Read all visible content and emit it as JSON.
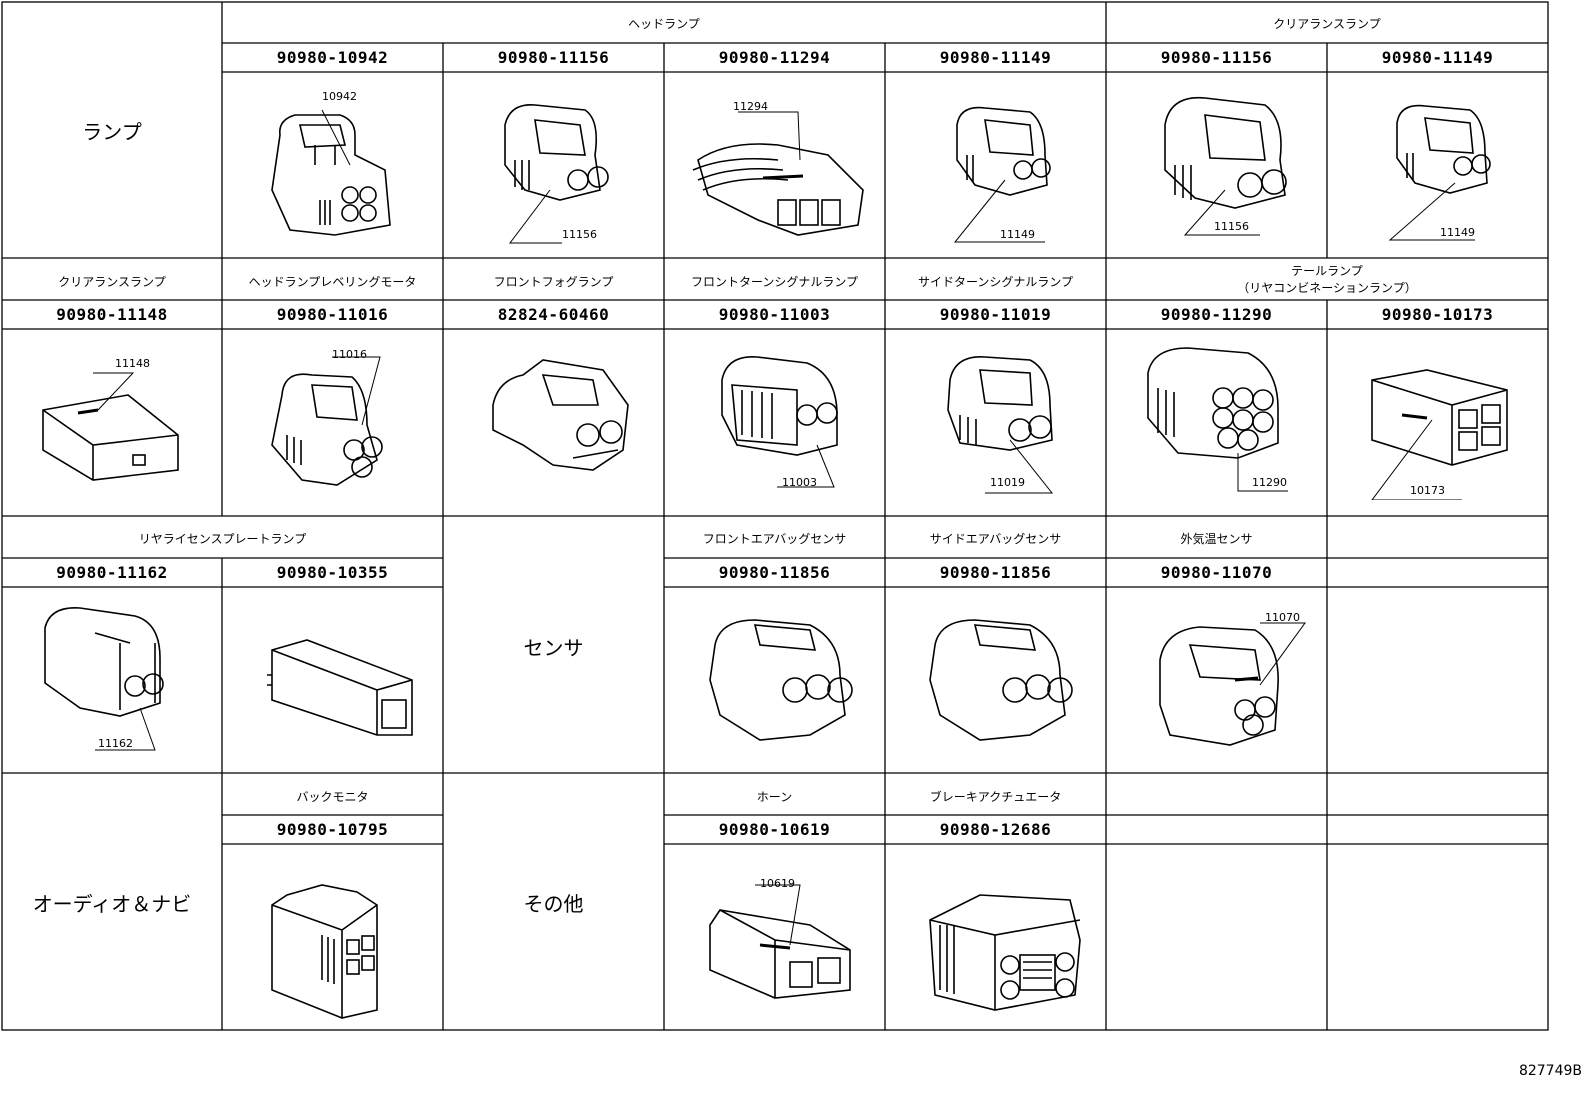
{
  "categories": {
    "lamp": "ランプ",
    "sensor": "センサ",
    "audio": "オーディオ＆ナビ",
    "other": "その他"
  },
  "headers": {
    "headlamp": "ヘッドランプ",
    "clearance_lamp": "クリアランスランプ",
    "clearance_lamp_2": "クリアランスランプ",
    "headlamp_leveling": "ヘッドランプレベリングモータ",
    "front_fog": "フロントフォグランプ",
    "front_turn": "フロントターンシグナルランプ",
    "side_turn": "サイドターンシグナルランプ",
    "tail_lamp_1": "テールランプ",
    "tail_lamp_2": "（リヤコンビネーションランプ）",
    "rear_license": "リヤライセンスプレートランプ",
    "front_airbag": "フロントエアバッグセンサ",
    "side_airbag": "サイドエアバッグセンサ",
    "ambient_temp": "外気温センサ",
    "back_monitor": "バックモニタ",
    "horn": "ホーン",
    "brake_actuator": "ブレーキアクチュエータ"
  },
  "parts": {
    "r1c1": "90980-10942",
    "r1c2": "90980-11156",
    "r1c3": "90980-11294",
    "r1c4": "90980-11149",
    "r1c5": "90980-11156",
    "r1c6": "90980-11149",
    "r2c0": "90980-11148",
    "r2c1": "90980-11016",
    "r2c2": "82824-60460",
    "r2c3": "90980-11003",
    "r2c4": "90980-11019",
    "r2c5": "90980-11290",
    "r2c6": "90980-10173",
    "r3c0": "90980-11162",
    "r3c1": "90980-10355",
    "r3c3": "90980-11856",
    "r3c4": "90980-11856",
    "r3c5": "90980-11070",
    "r4c1": "90980-10795",
    "r4c3": "90980-10619",
    "r4c4": "90980-12686"
  },
  "codes": {
    "r1c1": "10942",
    "r1c2": "11156",
    "r1c3": "11294",
    "r1c4": "11149",
    "r1c5": "11156",
    "r1c6": "11149",
    "r2c0": "11148",
    "r2c1": "11016",
    "r2c3": "11003",
    "r2c4": "11019",
    "r2c5": "11290",
    "r2c6": "10173",
    "r3c0": "11162",
    "r3c5": "11070",
    "r4c3": "10619"
  },
  "footer": {
    "figure_id": "827749B"
  },
  "colors": {
    "line": "#000000",
    "background": "#ffffff"
  }
}
